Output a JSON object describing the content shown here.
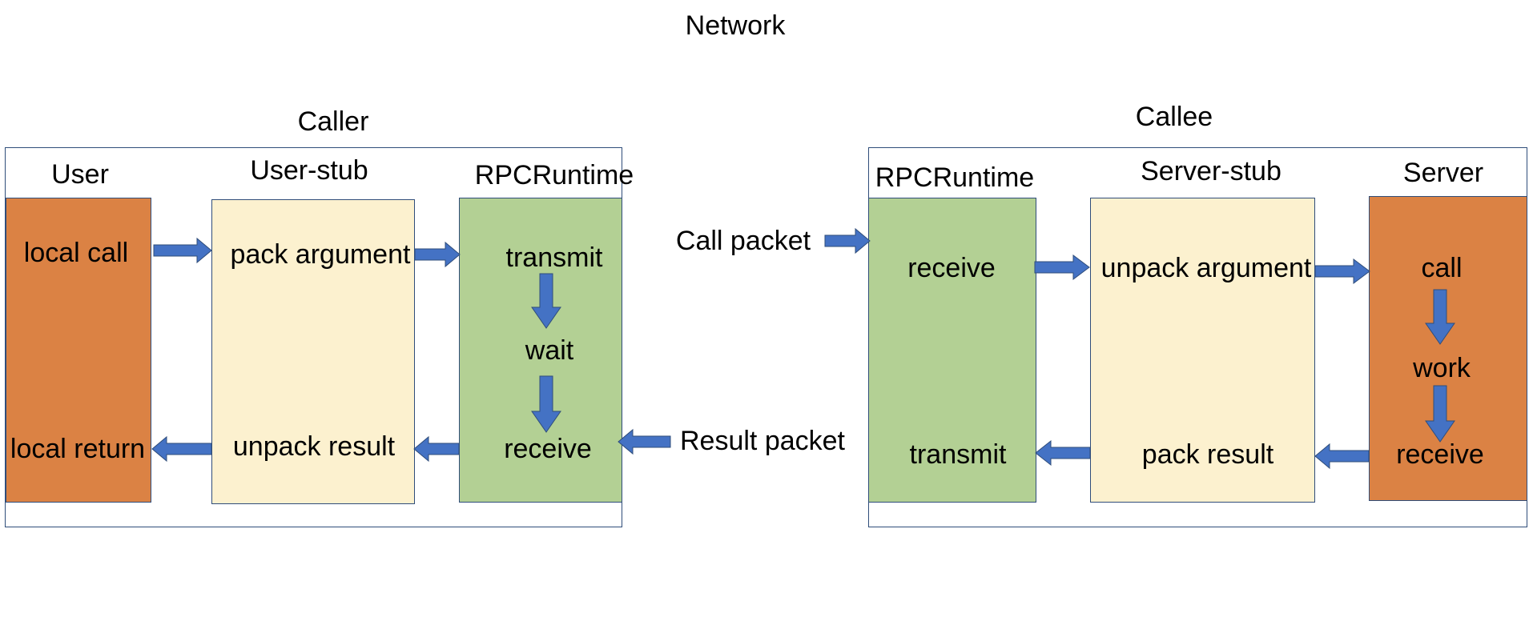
{
  "network_label": "Network",
  "caller": {
    "title": "Caller",
    "user": {
      "title": "User",
      "call": "local call",
      "return": "local return"
    },
    "user_stub": {
      "title": "User-stub",
      "pack": "pack argument",
      "unpack": "unpack result"
    },
    "runtime": {
      "title": "RPCRuntime",
      "transmit": "transmit",
      "wait": "wait",
      "receive": "receive"
    }
  },
  "callee": {
    "title": "Callee",
    "runtime": {
      "title": "RPCRuntime",
      "receive": "receive",
      "transmit": "transmit"
    },
    "server_stub": {
      "title": "Server-stub",
      "unpack": "unpack argument",
      "pack": "pack result"
    },
    "server": {
      "title": "Server",
      "call": "call",
      "work": "work",
      "receive": "receive"
    }
  },
  "packets": {
    "call": "Call packet",
    "result": "Result packet"
  },
  "colors": {
    "orange_block": "#db8244",
    "cream_block": "#fcf1cf",
    "green_block": "#b3d094",
    "arrow": "#4472c4",
    "border": "#2f4d7a"
  }
}
